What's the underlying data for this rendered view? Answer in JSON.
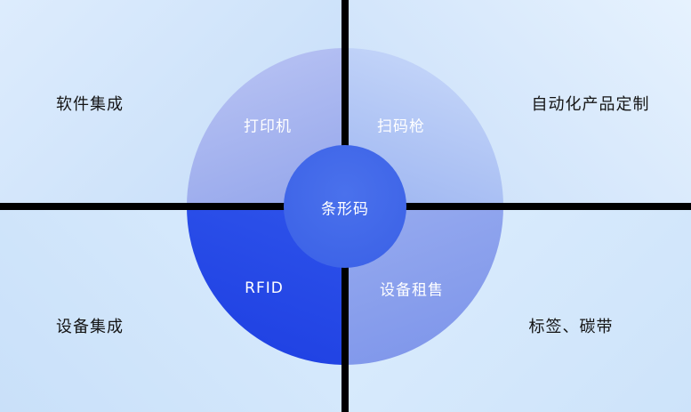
{
  "corner_labels": {
    "top_left": "软件集成",
    "top_right": "自动化产品定制",
    "bottom_left": "设备集成",
    "bottom_right": "标签、碳带"
  },
  "circle_labels": {
    "center": "条形码",
    "top_left": "打印机",
    "top_right": "扫码枪",
    "bottom_left": "RFID",
    "bottom_right": "设备租售"
  },
  "colors": {
    "background_light_blue": "#cfe5fb",
    "divider_black": "#000000",
    "circle_segment_top_left": "#9fb0ee",
    "circle_segment_top_right": "#b3c8f6",
    "circle_segment_bottom_left": "#2248e8",
    "circle_segment_bottom_right": "#8398ec",
    "center_circle_blue": "#3f66e9",
    "circle_text": "#ffffff",
    "corner_text": "#141414"
  }
}
